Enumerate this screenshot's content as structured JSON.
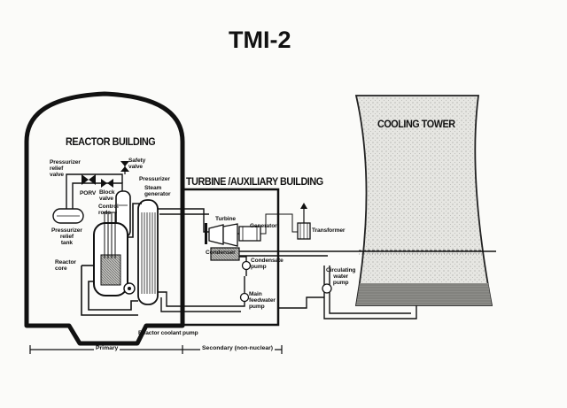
{
  "title": "TMI-2",
  "buildings": {
    "reactor": "REACTOR BUILDING",
    "turbine": "TURBINE /AUXILIARY BUILDING",
    "cooling": "COOLING TOWER"
  },
  "components": {
    "pressurizer_relief_valve": "Pressurizer\nrelief\nvalve",
    "safety_valve": "Safety\nvalve",
    "porv": "PORV",
    "block_valve": "Block\nvalve",
    "pressurizer": "Pressurizer",
    "steam_generator": "Steam\ngenerator",
    "control_rods": "Control\nrods",
    "pressurizer_relief_tank": "Pressurizer\nrelief\ntank",
    "reactor_core": "Reactor\ncore",
    "turbine": "Turbine",
    "generator": "Generator",
    "transformer": "Transformer",
    "condenser": "Condenser",
    "condensate_pump": "Condensate\npump",
    "main_feedwater_pump": "Main\nfeedwater\npump",
    "circulating_water_pump": "Circulating\nwater\npump",
    "reactor_coolant_pump": "Reactor coolant pump"
  },
  "zones": {
    "primary": "Primary",
    "secondary": "Secondary (non-nuclear)"
  },
  "colors": {
    "ink": "#111111",
    "paper": "#fbfbf9",
    "tower_shade": "#dcdcd8",
    "water_shade": "#9a9a96"
  }
}
